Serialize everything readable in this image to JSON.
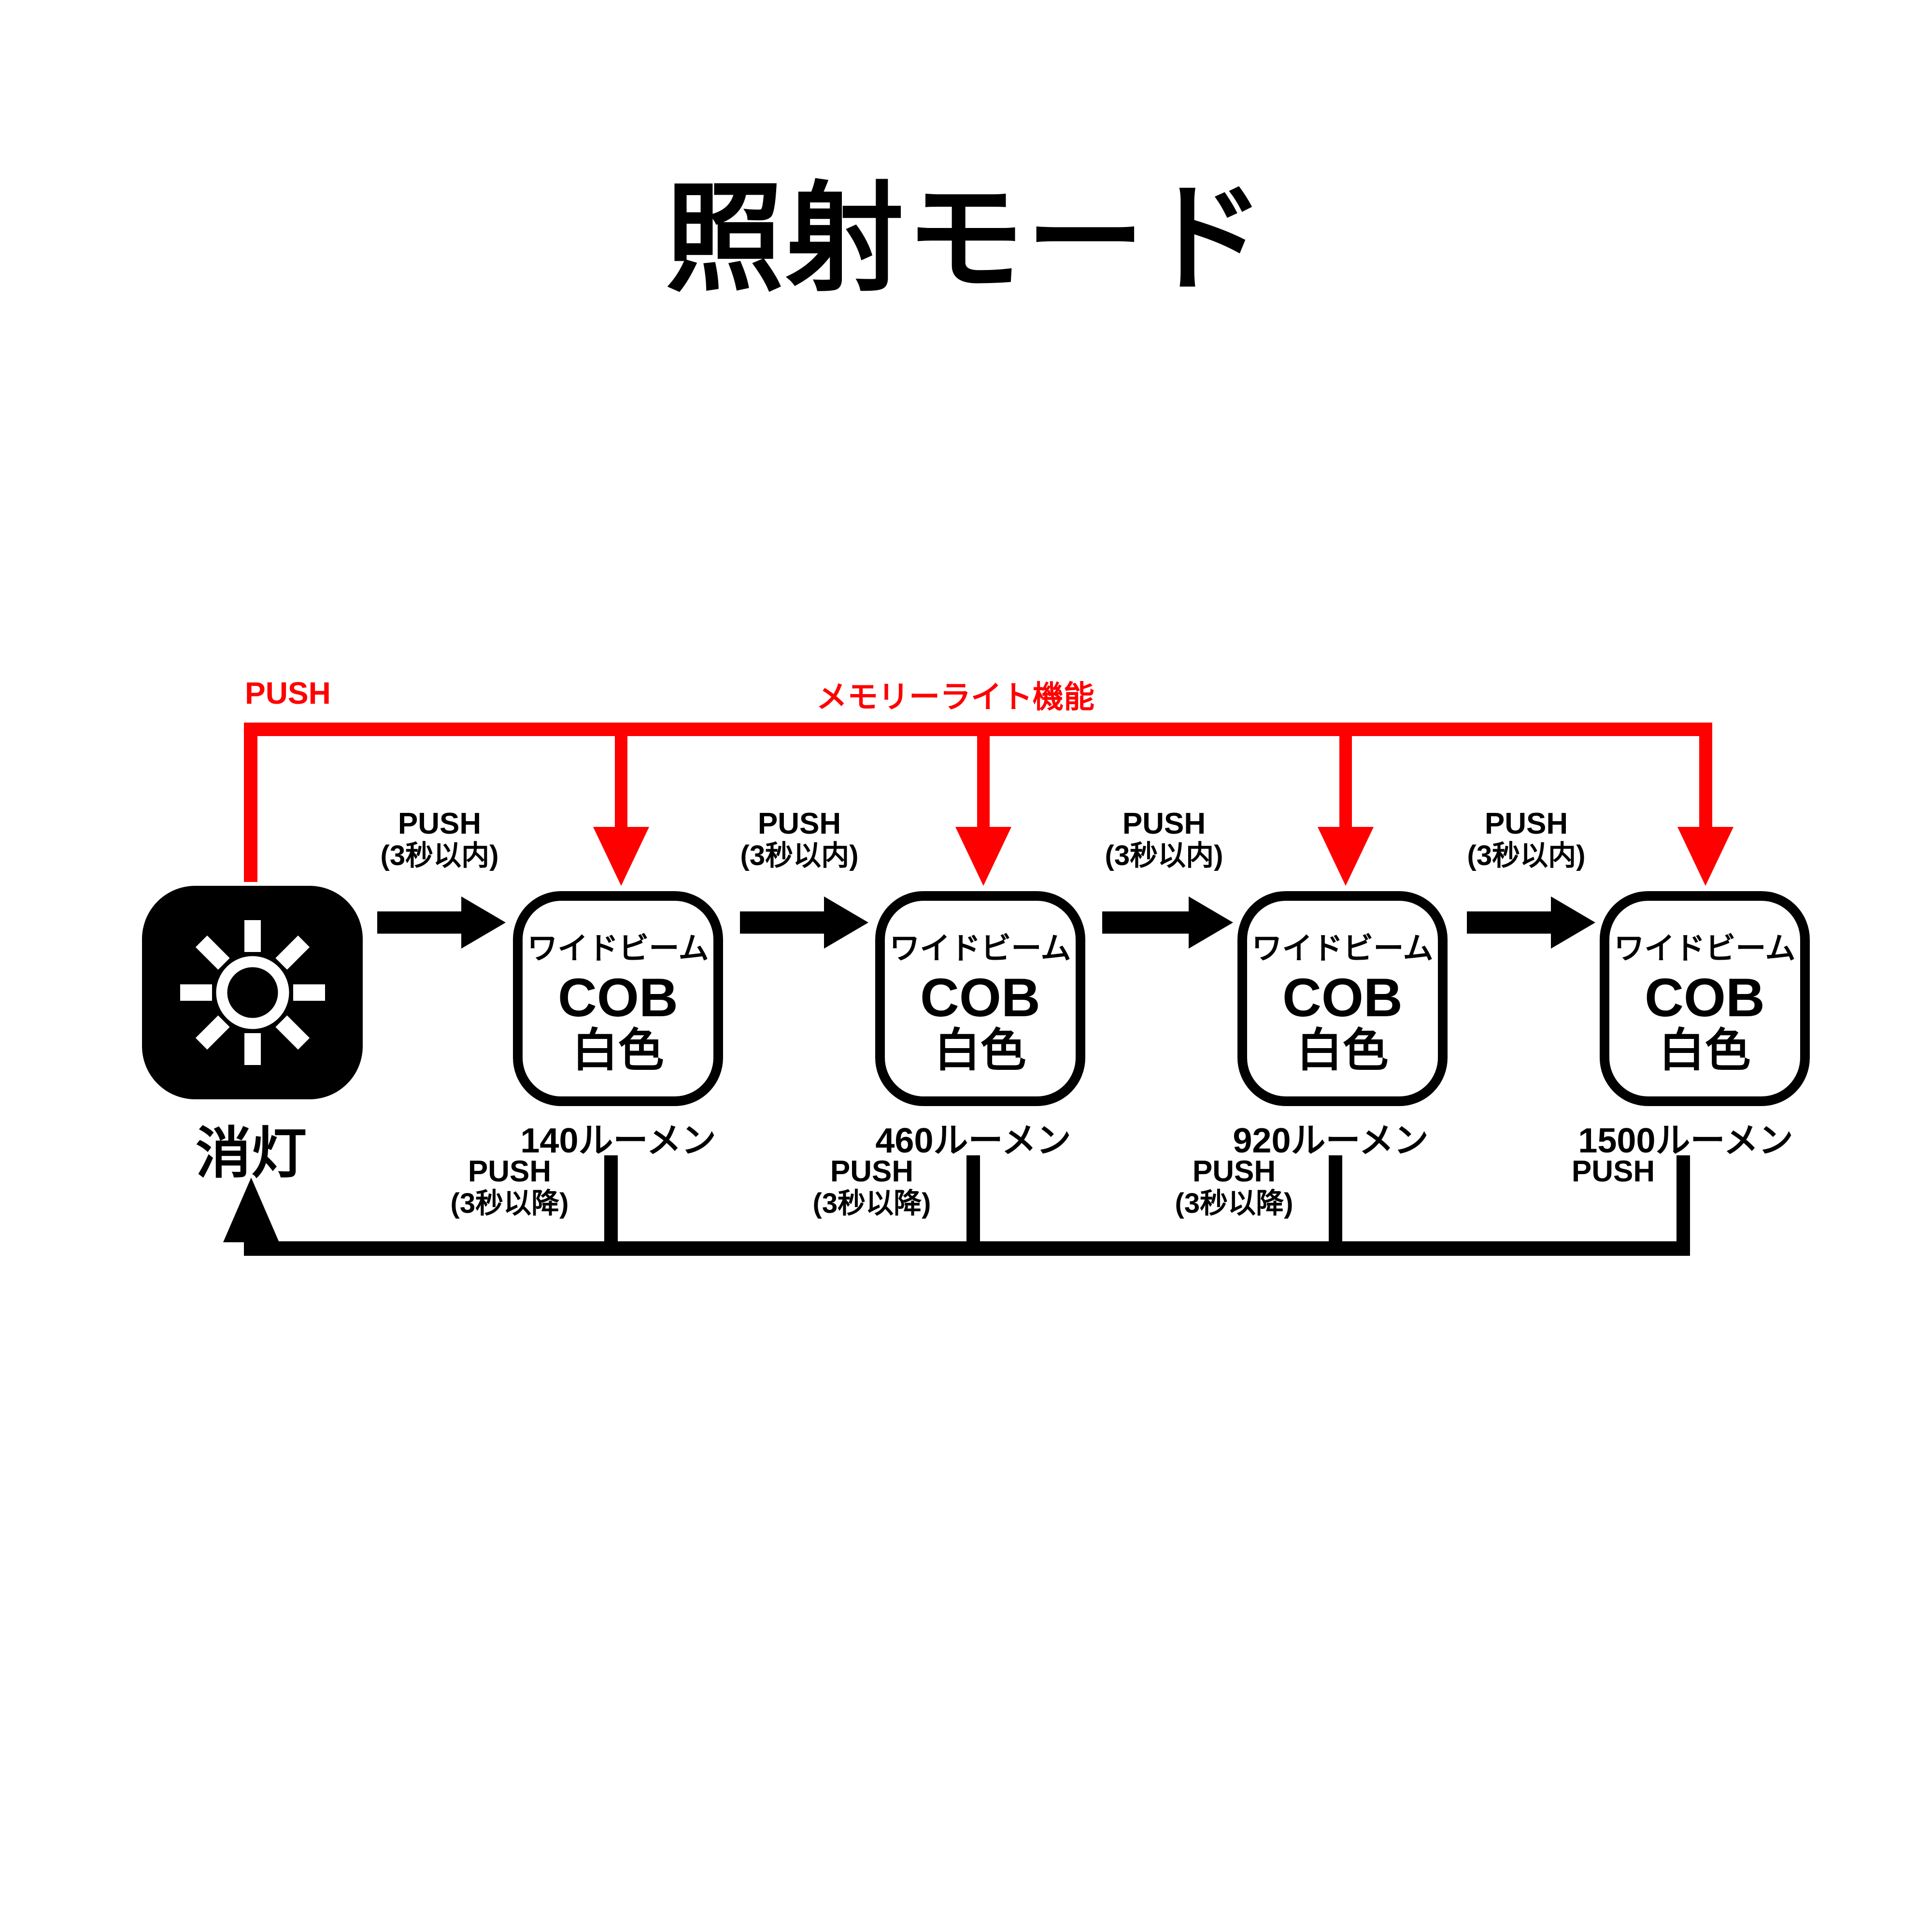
{
  "title": "照射モード",
  "colors": {
    "accent_red": "#ff0000",
    "black": "#000000",
    "background": "#ffffff"
  },
  "memory_flow": {
    "push_label": "PUSH",
    "memory_label": "メモリーライト機能"
  },
  "off_node": {
    "label": "消灯",
    "icon": "sun-icon"
  },
  "mode_nodes": [
    {
      "type": "ワイドビーム",
      "source": "COB",
      "color": "白色",
      "lumens": "140ルーメン"
    },
    {
      "type": "ワイドビーム",
      "source": "COB",
      "color": "白色",
      "lumens": "460ルーメン"
    },
    {
      "type": "ワイドビーム",
      "source": "COB",
      "color": "白色",
      "lumens": "920ルーメン"
    },
    {
      "type": "ワイドビーム",
      "source": "COB",
      "color": "白色",
      "lumens": "1500ルーメン"
    }
  ],
  "forward_labels": [
    {
      "line1": "PUSH",
      "line2": "(3秒以内)"
    },
    {
      "line1": "PUSH",
      "line2": "(3秒以内)"
    },
    {
      "line1": "PUSH",
      "line2": "(3秒以内)"
    },
    {
      "line1": "PUSH",
      "line2": "(3秒以内)"
    }
  ],
  "return_labels": [
    {
      "line1": "PUSH",
      "line2": "(3秒以降)"
    },
    {
      "line1": "PUSH",
      "line2": "(3秒以降)"
    },
    {
      "line1": "PUSH",
      "line2": "(3秒以降)"
    },
    {
      "line1": "PUSH",
      "line2": ""
    }
  ]
}
